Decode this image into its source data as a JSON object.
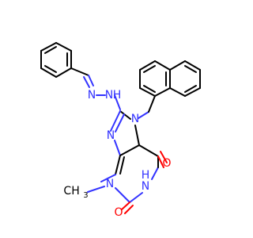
{
  "colors": {
    "carbon_bond": "#000000",
    "nitrogen": "#3333ff",
    "oxygen": "#ff0000",
    "background": "#ffffff"
  },
  "labels": {
    "hydrazone_n1": "N",
    "hydrazone_nh": "H",
    "hydrazone_n2": "N",
    "n7": "N",
    "n9": "N",
    "n3": "N",
    "n1": "N",
    "n1_h": "H",
    "o6": "O",
    "o2": "O",
    "methyl": "CH",
    "methyl_sub": "3"
  }
}
